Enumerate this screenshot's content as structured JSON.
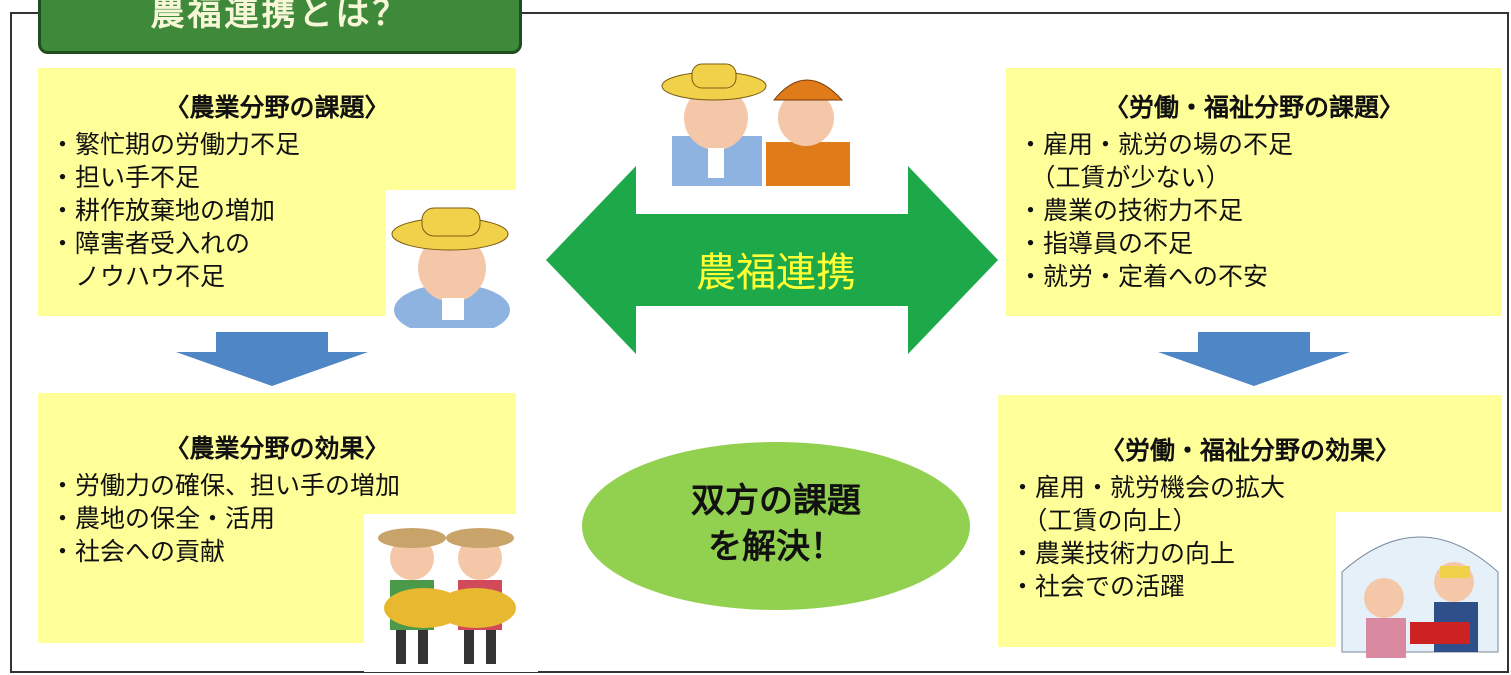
{
  "title": "農福連携とは？",
  "center": {
    "label": "農福連携",
    "resolve_line1": "双方の課題",
    "resolve_line2": "を解決！"
  },
  "agriculture_issues": {
    "heading": "〈農業分野の課題〉",
    "items": [
      "・繁忙期の労働力不足",
      "・担い手不足",
      "・耕作放棄地の増加",
      "・障害者受入れの",
      "　ノウハウ不足"
    ]
  },
  "welfare_issues": {
    "heading": "〈労働・福祉分野の課題〉",
    "items": [
      "・雇用・就労の場の不足",
      "　（工賃が少ない）",
      "・農業の技術力不足",
      "・指導員の不足",
      "・就労・定着への不安"
    ]
  },
  "agriculture_effects": {
    "heading": "〈農業分野の効果〉",
    "items": [
      "・労働力の確保、担い手の増加",
      "・農地の保全・活用",
      "・社会への貢献"
    ]
  },
  "welfare_effects": {
    "heading": "〈労働・福祉分野の効果〉",
    "items": [
      "・雇用・就労機会の拡大",
      "　（工賃の向上）",
      "・農業技術力の向上",
      "・社会での活躍"
    ]
  },
  "colors": {
    "panel": "#ffff99",
    "title_bg": "#3f8a3a",
    "arrow_green": "#1da94a",
    "down_arrow": "#4f86c6",
    "ellipse": "#92d050"
  },
  "icons": [
    "farmer-worried-illustration",
    "two-farmers-talking-illustration",
    "farmers-with-rice-illustration",
    "greenhouse-strawberry-illustration"
  ]
}
